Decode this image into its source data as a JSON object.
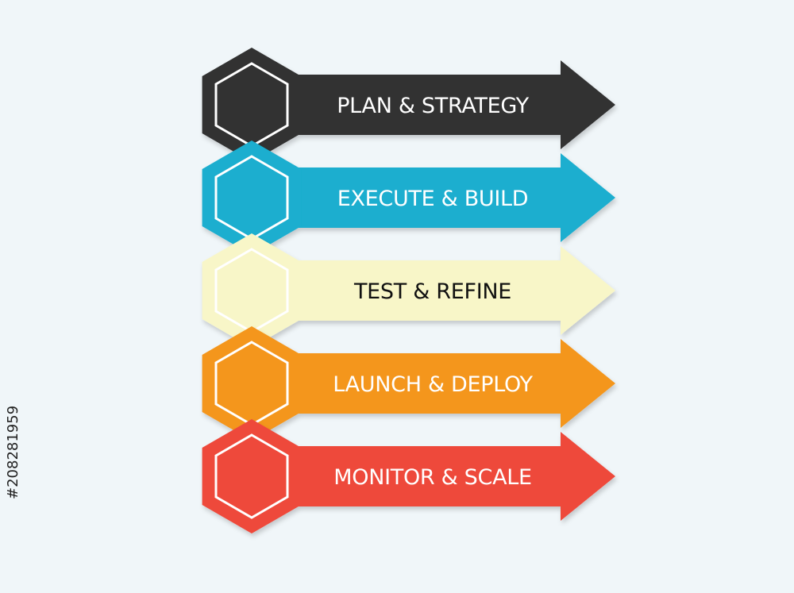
{
  "steps": [
    {
      "label": "PLAN & STRATEGY",
      "color": "#333333",
      "text_color": "#ffffff"
    },
    {
      "label": "EXECUTE & BUILD",
      "color": "#1aaecf",
      "text_color": "#ffffff"
    },
    {
      "label": "TEST & REFINE",
      "color": "#f8f6c8",
      "text_color": "#111111"
    },
    {
      "label": "LAUNCH & DEPLOY",
      "color": "#f4961d",
      "text_color": "#ffffff"
    },
    {
      "label": "MONITOR & SCALE",
      "color": "#ee4a3b",
      "text_color": "#ffffff"
    }
  ],
  "stock_id": "#208281959"
}
